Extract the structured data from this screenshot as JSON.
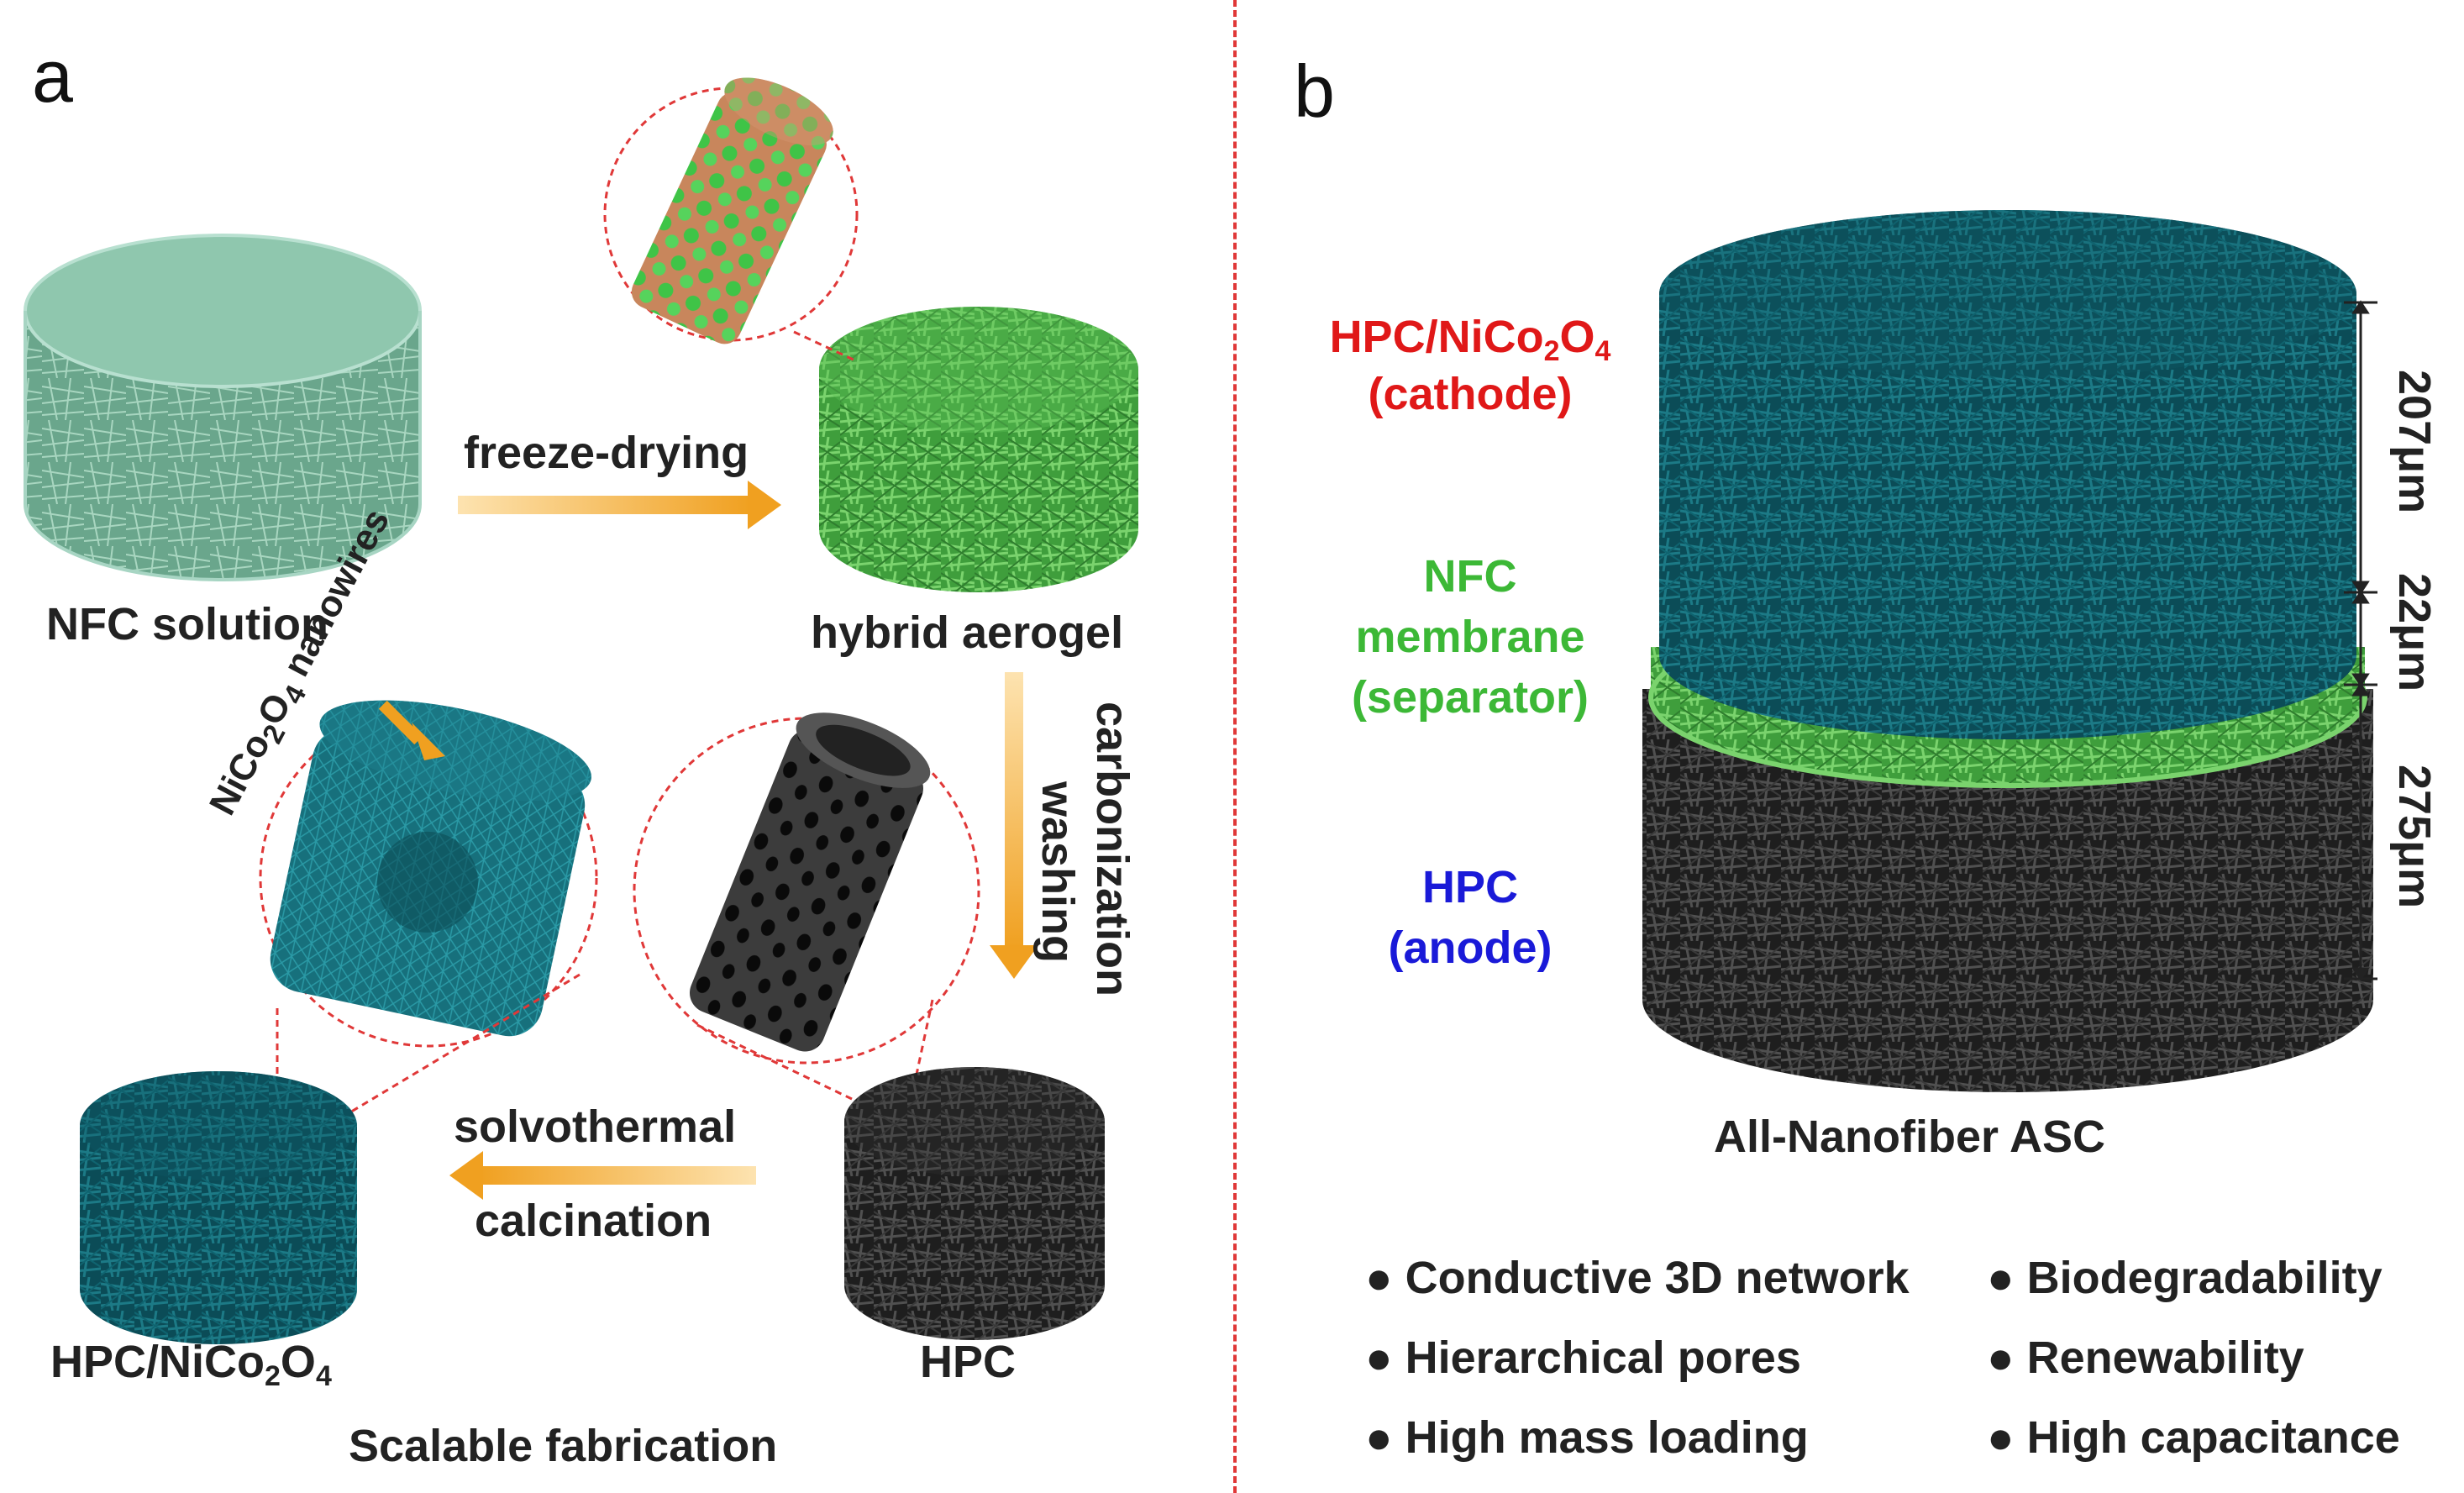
{
  "panels": {
    "a": {
      "letter": "a",
      "labels": {
        "nfc_solution": "NFC solution",
        "freeze_drying": "freeze-drying",
        "hybrid_aerogel": "hybrid aerogel",
        "washing": "washing",
        "carbonization": "carbonization",
        "hpc": "HPC",
        "solvothermal": "solvothermal",
        "calcination": "calcination",
        "hpc_nico_prefix": "HPC/NiCo",
        "hpc_nico_sub1": "2",
        "hpc_nico_mid": "O",
        "hpc_nico_sub2": "4",
        "nanowires_prefix": "NiCo",
        "nanowires_sub1": "2",
        "nanowires_mid": "O",
        "nanowires_sub2": "4",
        "nanowires_suffix": " nanowires",
        "caption": "Scalable  fabrication"
      }
    },
    "b": {
      "letter": "b",
      "layers": {
        "cathode_prefix": "HPC/NiCo",
        "cathode_sub1": "2",
        "cathode_mid": "O",
        "cathode_sub2": "4",
        "cathode_role": "(cathode)",
        "separator_line1": "NFC",
        "separator_line2": "membrane",
        "separator_role": "(separator)",
        "anode_name": "HPC",
        "anode_role": "(anode)"
      },
      "dimensions": {
        "top": "207μm",
        "middle": "22μm",
        "bottom": "275μm"
      },
      "caption": "All-Nanofiber ASC",
      "features": [
        "● Conductive 3D network",
        "● Biodegradability",
        "● Hierarchical pores",
        "● Renewability",
        "● High mass loading",
        "● High capacitance"
      ]
    }
  },
  "colors": {
    "arrow": "#f0a020",
    "cathode_text": "#e01818",
    "separator_text": "#3cb836",
    "anode_text": "#1a1ad8",
    "teal_fiber": "#0e5a66",
    "green_fiber": "#4caf50",
    "black_fiber": "#2a2a2a",
    "dashed_circle": "#e03838"
  }
}
